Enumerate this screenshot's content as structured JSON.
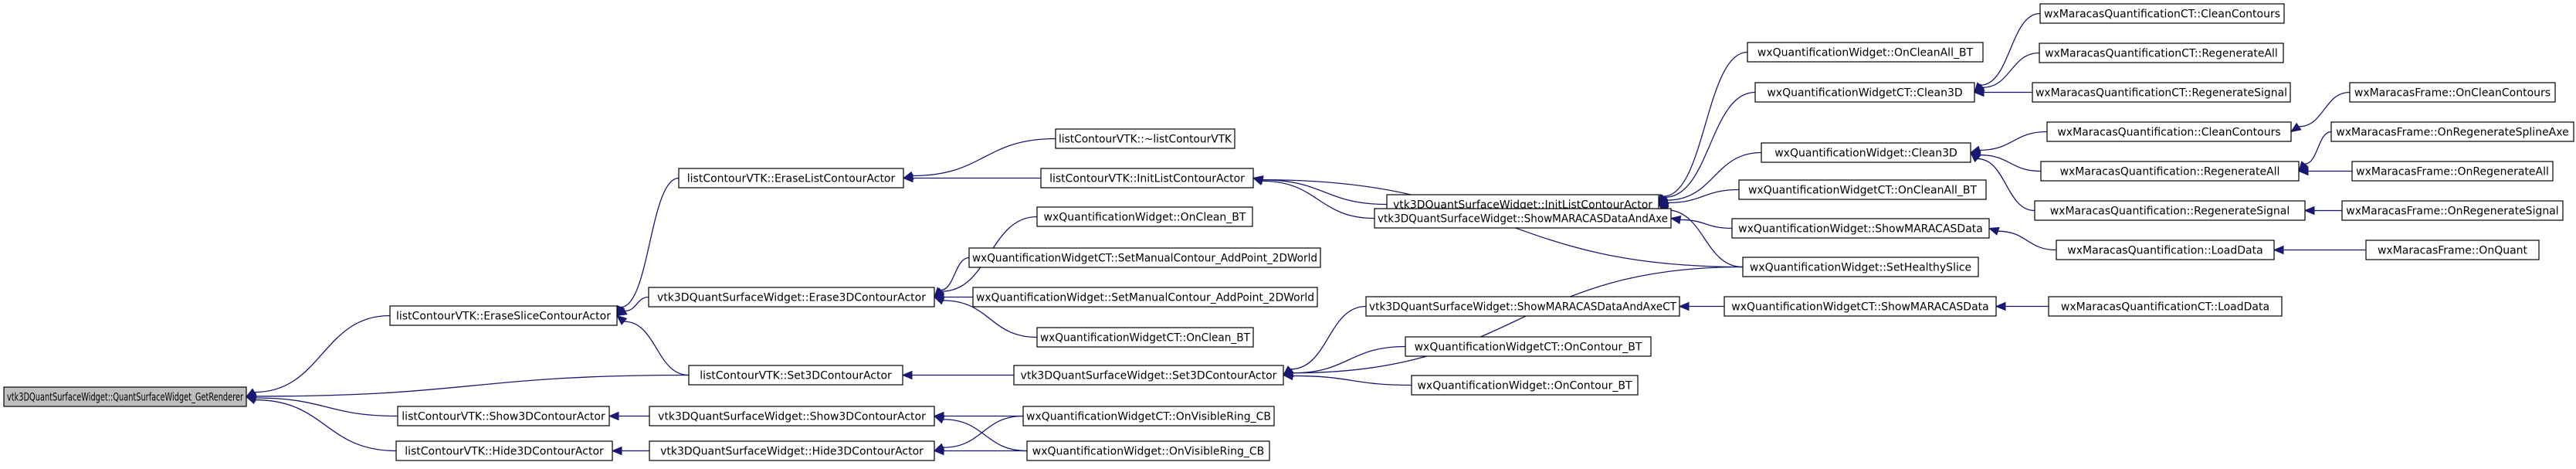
{
  "colors": {
    "edge": "#191970",
    "node_border": "#000000",
    "root_fill": "#bfbfbf",
    "node_fill": "#ffffff",
    "background": "#ffffff"
  },
  "nodes": [
    {
      "id": "root",
      "label": "vtk3DQuantSurfaceWidget::QuantSurfaceWidget_GetRenderer"
    },
    {
      "id": "eraseSlice",
      "label": "listContourVTK::EraseSliceContourActor"
    },
    {
      "id": "show3D",
      "label": "listContourVTK::Show3DContourActor"
    },
    {
      "id": "hide3D",
      "label": "listContourVTK::Hide3DContourActor"
    },
    {
      "id": "eraseList",
      "label": "listContourVTK::EraseListContourActor"
    },
    {
      "id": "erase3DW",
      "label": "vtk3DQuantSurfaceWidget::Erase3DContourActor"
    },
    {
      "id": "set3DL",
      "label": "listContourVTK::Set3DContourActor"
    },
    {
      "id": "show3DW",
      "label": "vtk3DQuantSurfaceWidget::Show3DContourActor"
    },
    {
      "id": "hide3DW",
      "label": "vtk3DQuantSurfaceWidget::Hide3DContourActor"
    },
    {
      "id": "destr",
      "label": "listContourVTK::~listContourVTK"
    },
    {
      "id": "initList",
      "label": "listContourVTK::InitListContourActor"
    },
    {
      "id": "onClean",
      "label": "wxQuantificationWidget::OnClean_BT"
    },
    {
      "id": "setManualCT",
      "label": "wxQuantificationWidgetCT::SetManualContour_AddPoint_2DWorld"
    },
    {
      "id": "setManual",
      "label": "wxQuantificationWidget::SetManualContour_AddPoint_2DWorld"
    },
    {
      "id": "onCleanCT",
      "label": "wxQuantificationWidgetCT::OnClean_BT"
    },
    {
      "id": "set3DW",
      "label": "vtk3DQuantSurfaceWidget::Set3DContourActor"
    },
    {
      "id": "onVisCT",
      "label": "wxQuantificationWidgetCT::OnVisibleRing_CB"
    },
    {
      "id": "onVis",
      "label": "wxQuantificationWidget::OnVisibleRing_CB"
    },
    {
      "id": "initListW",
      "label": "vtk3DQuantSurfaceWidget::InitListContourActor"
    },
    {
      "id": "showMaracas",
      "label": "vtk3DQuantSurfaceWidget::ShowMARACASDataAndAxe"
    },
    {
      "id": "showMaracasCT",
      "label": "vtk3DQuantSurfaceWidget::ShowMARACASDataAndAxeCT"
    },
    {
      "id": "onContourCT",
      "label": "wxQuantificationWidgetCT::OnContour_BT"
    },
    {
      "id": "onContour",
      "label": "wxQuantificationWidget::OnContour_BT"
    },
    {
      "id": "onCleanAll",
      "label": "wxQuantificationWidget::OnCleanAll_BT"
    },
    {
      "id": "clean3DCT",
      "label": "wxQuantificationWidgetCT::Clean3D"
    },
    {
      "id": "clean3D",
      "label": "wxQuantificationWidget::Clean3D"
    },
    {
      "id": "onCleanAllCT",
      "label": "wxQuantificationWidgetCT::OnCleanAll_BT"
    },
    {
      "id": "showData",
      "label": "wxQuantificationWidget::ShowMARACASData"
    },
    {
      "id": "setHealthy",
      "label": "wxQuantificationWidget::SetHealthySlice"
    },
    {
      "id": "showDataCT",
      "label": "wxQuantificationWidgetCT::ShowMARACASData"
    },
    {
      "id": "mqctCleanContours",
      "label": "wxMaracasQuantificationCT::CleanContours"
    },
    {
      "id": "mqctRegenAll",
      "label": "wxMaracasQuantificationCT::RegenerateAll"
    },
    {
      "id": "mqctRegenSignal",
      "label": "wxMaracasQuantificationCT::RegenerateSignal"
    },
    {
      "id": "mqCleanContours",
      "label": "wxMaracasQuantification::CleanContours"
    },
    {
      "id": "mqRegenAll",
      "label": "wxMaracasQuantification::RegenerateAll"
    },
    {
      "id": "mqRegenSignal",
      "label": "wxMaracasQuantification::RegenerateSignal"
    },
    {
      "id": "mqLoadData",
      "label": "wxMaracasQuantification::LoadData"
    },
    {
      "id": "mqctLoadData",
      "label": "wxMaracasQuantificationCT::LoadData"
    },
    {
      "id": "mfOnCleanContours",
      "label": "wxMaracasFrame::OnCleanContours"
    },
    {
      "id": "mfOnRegenSpline",
      "label": "wxMaracasFrame::OnRegenerateSplineAxe"
    },
    {
      "id": "mfOnRegenAll",
      "label": "wxMaracasFrame::OnRegenerateAll"
    },
    {
      "id": "mfOnRegenSignal",
      "label": "wxMaracasFrame::OnRegenerateSignal"
    },
    {
      "id": "mfOnQuant",
      "label": "wxMaracasFrame::OnQuant"
    }
  ],
  "edges": [
    {
      "from": "eraseSlice",
      "to": "root"
    },
    {
      "from": "show3D",
      "to": "root"
    },
    {
      "from": "hide3D",
      "to": "root"
    },
    {
      "from": "set3DL",
      "to": "root"
    },
    {
      "from": "eraseList",
      "to": "eraseSlice"
    },
    {
      "from": "erase3DW",
      "to": "eraseSlice"
    },
    {
      "from": "set3DL",
      "to": "eraseSlice"
    },
    {
      "from": "show3DW",
      "to": "show3D"
    },
    {
      "from": "hide3DW",
      "to": "hide3D"
    },
    {
      "from": "destr",
      "to": "eraseList"
    },
    {
      "from": "initList",
      "to": "eraseList"
    },
    {
      "from": "onClean",
      "to": "erase3DW"
    },
    {
      "from": "setManualCT",
      "to": "erase3DW"
    },
    {
      "from": "setManual",
      "to": "erase3DW"
    },
    {
      "from": "onCleanCT",
      "to": "erase3DW"
    },
    {
      "from": "set3DW",
      "to": "set3DL"
    },
    {
      "from": "onVisCT",
      "to": "show3DW"
    },
    {
      "from": "onVis",
      "to": "show3DW"
    },
    {
      "from": "onVisCT",
      "to": "hide3DW"
    },
    {
      "from": "onVis",
      "to": "hide3DW"
    },
    {
      "from": "initListW",
      "to": "initList"
    },
    {
      "from": "showMaracas",
      "to": "initList"
    },
    {
      "from": "setHealthy",
      "to": "initList"
    },
    {
      "from": "showMaracasCT",
      "to": "set3DW"
    },
    {
      "from": "onContourCT",
      "to": "set3DW"
    },
    {
      "from": "onContour",
      "to": "set3DW"
    },
    {
      "from": "onCleanAll",
      "to": "initListW"
    },
    {
      "from": "clean3DCT",
      "to": "initListW"
    },
    {
      "from": "clean3D",
      "to": "initListW"
    },
    {
      "from": "onCleanAllCT",
      "to": "initListW"
    },
    {
      "from": "setHealthy",
      "to": "initListW"
    },
    {
      "from": "showData",
      "to": "showMaracas"
    },
    {
      "from": "setHealthy",
      "to": "set3DW"
    },
    {
      "from": "showDataCT",
      "to": "showMaracasCT"
    },
    {
      "from": "mqctCleanContours",
      "to": "clean3DCT"
    },
    {
      "from": "mqctRegenAll",
      "to": "clean3DCT"
    },
    {
      "from": "mqctRegenSignal",
      "to": "clean3DCT"
    },
    {
      "from": "mqCleanContours",
      "to": "clean3D"
    },
    {
      "from": "mqRegenAll",
      "to": "clean3D"
    },
    {
      "from": "mqRegenSignal",
      "to": "clean3D"
    },
    {
      "from": "mqLoadData",
      "to": "showData"
    },
    {
      "from": "mqctLoadData",
      "to": "showDataCT"
    },
    {
      "from": "mfOnCleanContours",
      "to": "mqCleanContours"
    },
    {
      "from": "mfOnRegenSpline",
      "to": "mqRegenAll"
    },
    {
      "from": "mfOnRegenAll",
      "to": "mqRegenAll"
    },
    {
      "from": "mfOnRegenSignal",
      "to": "mqRegenSignal"
    },
    {
      "from": "mfOnQuant",
      "to": "mqLoadData"
    }
  ]
}
